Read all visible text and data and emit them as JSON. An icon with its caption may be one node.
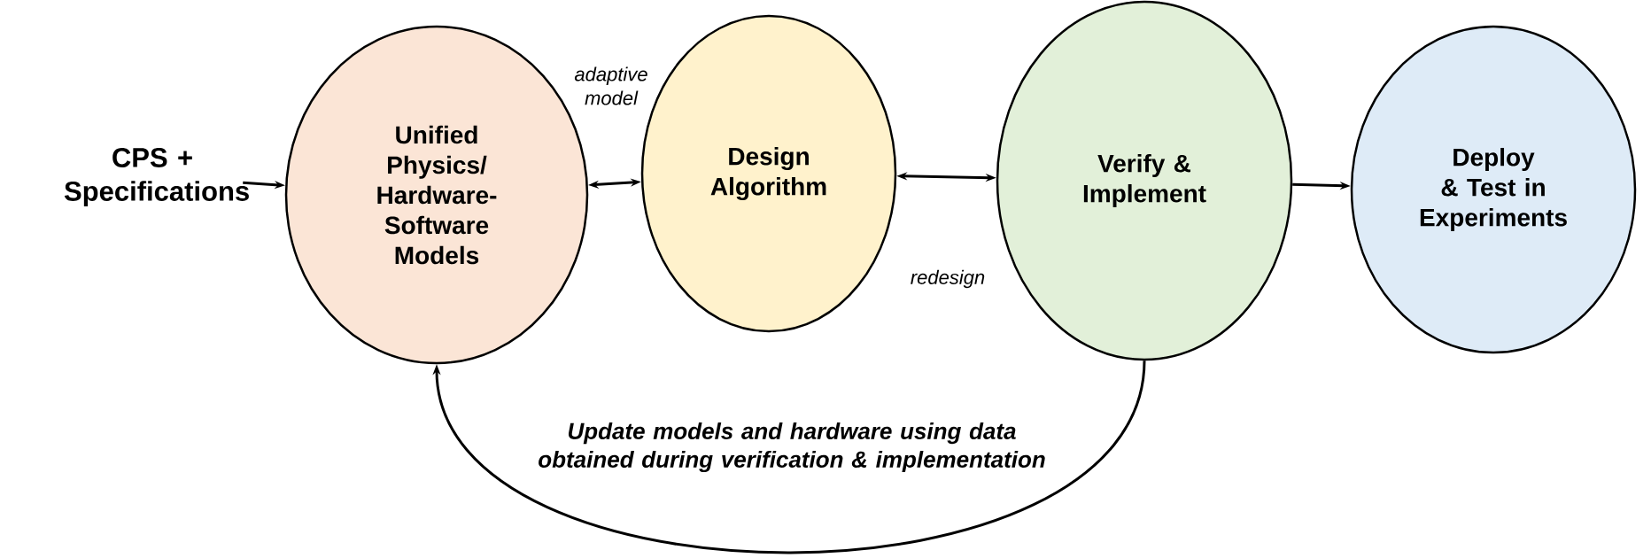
{
  "diagram": {
    "nodes": [
      {
        "text": [
          "CPS + Specifications"
        ]
      },
      {
        "text": [
          "Unified Physics/ Hardware-Software Models"
        ]
      },
      {
        "text": [
          "Design Algorithm"
        ]
      },
      {
        "text": [
          "Verify & Implement"
        ]
      },
      {
        "text": [
          "Deploy & Test in Experiments"
        ]
      }
    ],
    "edges": [
      {
        "from": 0,
        "to": 1,
        "arrow": "to"
      },
      {
        "from": 1,
        "to": 2,
        "arrow": "both",
        "label": "adaptive model"
      },
      {
        "from": 2,
        "to": 3,
        "arrow": "both",
        "label": "redesign"
      },
      {
        "from": 3,
        "to": 4,
        "arrow": "to"
      },
      {
        "from": 3,
        "to": 1,
        "arrow": "to",
        "label": "Update models and hardware using data obtained during verification & implementation"
      }
    ]
  }
}
